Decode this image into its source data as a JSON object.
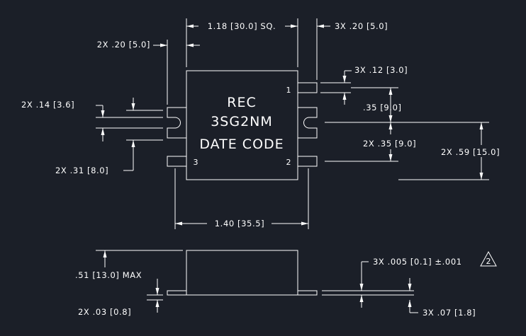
{
  "drawing": {
    "body_marking": {
      "line1": "REC",
      "line2": "3SG2NM",
      "line3": "DATE  CODE"
    },
    "pin_labels": {
      "p1": "1",
      "p2": "2",
      "p3": "3"
    },
    "dimensions": {
      "top_width": "1.18 [30.0] SQ.",
      "left_tab_width": "2X .20 [5.0]",
      "right_tab_width": "3X .20 [5.0]",
      "tab_height": "3X .12 [3.0]",
      "pin1_to_pin": ".35 [9.0]",
      "pin_pitch": "2X .35 [9.0]",
      "overall_pin_span": "2X .59 [15.0]",
      "left_slot_width": "2X .14 [3.6]",
      "left_slot_pitch": "2X .31 [8.0]",
      "overall_width": "1.40 [35.5]",
      "height": ".51 [13.0] MAX",
      "lead_thickness": "2X .03 [0.8]",
      "coplanarity": "3X .005 [0.1] ±.001",
      "lead_offset": "3X .07 [1.8]",
      "tolerance_symbol": "2"
    }
  }
}
